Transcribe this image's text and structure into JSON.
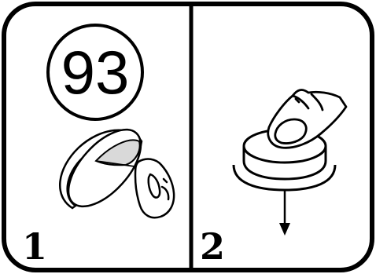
{
  "badge": {
    "number": "93"
  },
  "panels": [
    {
      "step": "1"
    },
    {
      "step": "2"
    }
  ],
  "colors": {
    "ink": "#000000",
    "paper": "#ffffff",
    "shade": "#d9d9d9"
  }
}
